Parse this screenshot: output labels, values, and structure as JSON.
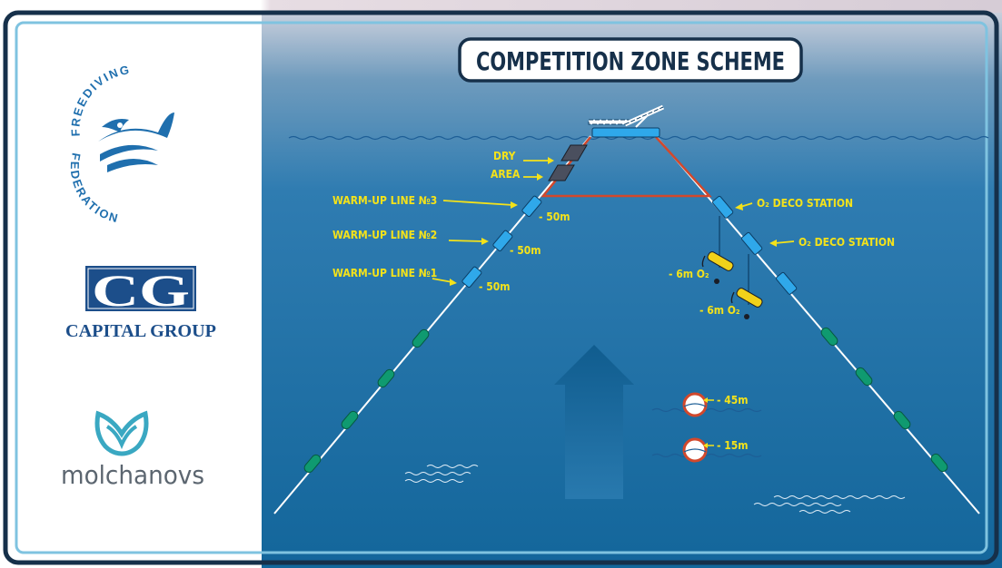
{
  "title": "COMPETITION ZONE SCHEME",
  "sponsors": {
    "federation_top": "FREEDIVING",
    "federation_bottom": "FEDERATION",
    "capital_group_mark": "CG",
    "capital_group": "CAPITAL GROUP",
    "molchanovs": "molchanovs"
  },
  "labels": {
    "dry_area_1": "DRY",
    "dry_area_2": "AREA",
    "warmup_3": "WARM-UP LINE №3",
    "warmup_2": "WARM-UP LINE №2",
    "warmup_1": "WARM-UP LINE №1",
    "warmup_3_depth": "- 50m",
    "warmup_2_depth": "- 50m",
    "warmup_1_depth": "- 50m",
    "deco_1": "O₂ DECO STATION",
    "deco_2": "O₂ DECO STATION",
    "o2_1": "- 6m O₂",
    "o2_2": "- 6m O₂",
    "depth_45": "- 45m",
    "depth_15": "- 15m"
  },
  "colors": {
    "frame": "#16304a",
    "water_top": "#7da4c2",
    "water_mid": "#2e7bb0",
    "water_bottom": "#14659a",
    "label_yellow": "#f4e21a",
    "buoy_blue": "#2fa8ea",
    "float_green": "#0f9a70",
    "rope_red": "#d2482c",
    "logo_blue": "#1f6fae",
    "logo_teal": "#3aa8c2"
  }
}
